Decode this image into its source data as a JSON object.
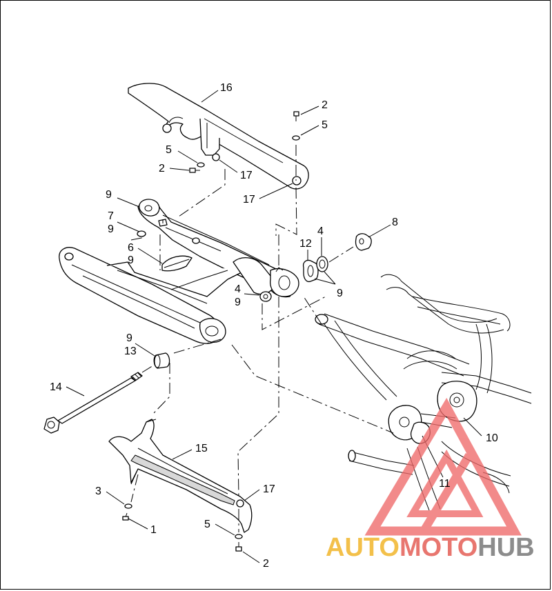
{
  "callouts": {
    "c16": "16",
    "c2a": "2",
    "c5a": "5",
    "c5b": "5",
    "c2b": "2",
    "c17a": "17",
    "c17b": "17",
    "c9a": "9",
    "c7": "7",
    "c9b": "9",
    "c6": "6",
    "c9c": "9",
    "c8": "8",
    "c4a": "4",
    "c12": "12",
    "c9d": "9",
    "c4b": "4",
    "c9e": "9",
    "c9f": "9",
    "c13": "13",
    "c14": "14",
    "c15": "15",
    "c10": "10",
    "c11": "11",
    "c3": "3",
    "c17c": "17",
    "c1": "1",
    "c5c": "5",
    "c2c": "2"
  },
  "watermark": {
    "part1": "AUTO",
    "part2": "MOTO",
    "part3": "HUB",
    "color_auto": "#f3c04a",
    "color_moto": "#e8766f",
    "color_hub": "#8c8c8c",
    "triangle_color": "#ef6a6a"
  }
}
